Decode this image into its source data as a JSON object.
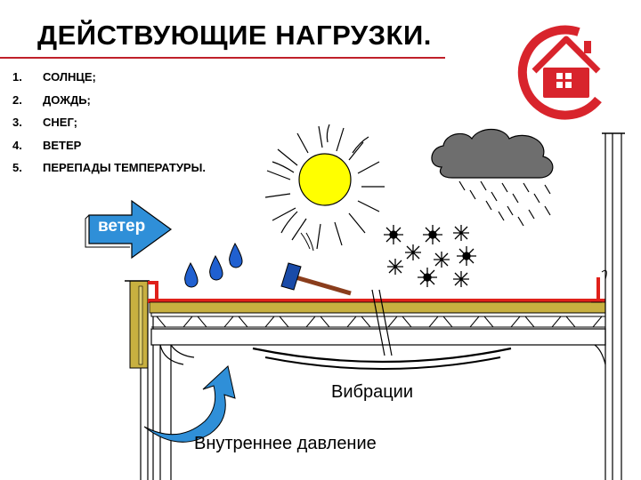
{
  "title": "ДЕЙСТВУЮЩИЕ НАГРУЗКИ.",
  "loads": [
    {
      "num": "1.",
      "label": "СОЛНЦЕ;"
    },
    {
      "num": "2.",
      "label": "ДОЖДЬ;"
    },
    {
      "num": "3.",
      "label": "СНЕГ;"
    },
    {
      "num": "4.",
      "label": "ВЕТЕР"
    },
    {
      "num": "5.",
      "label": "ПЕРЕПАДЫ ТЕМПЕРАТУРЫ."
    }
  ],
  "wind_label": "ветер",
  "vibration_label": "Вибрации",
  "pressure_label": "Внутреннее давление",
  "colors": {
    "accent": "#c0202a",
    "sun": "#ffff00",
    "cloud": "#6e6e6e",
    "arrow_blue": "#2f8fd8",
    "roof_layer": "#c8b040",
    "membrane": "#e0201a"
  },
  "icons": [
    "house-logo-icon",
    "sun-icon",
    "cloud-icon",
    "rain-icon",
    "snowflake-icon",
    "water-drop-icon",
    "hammer-icon",
    "wind-arrow-icon",
    "pressure-arrow-icon"
  ]
}
